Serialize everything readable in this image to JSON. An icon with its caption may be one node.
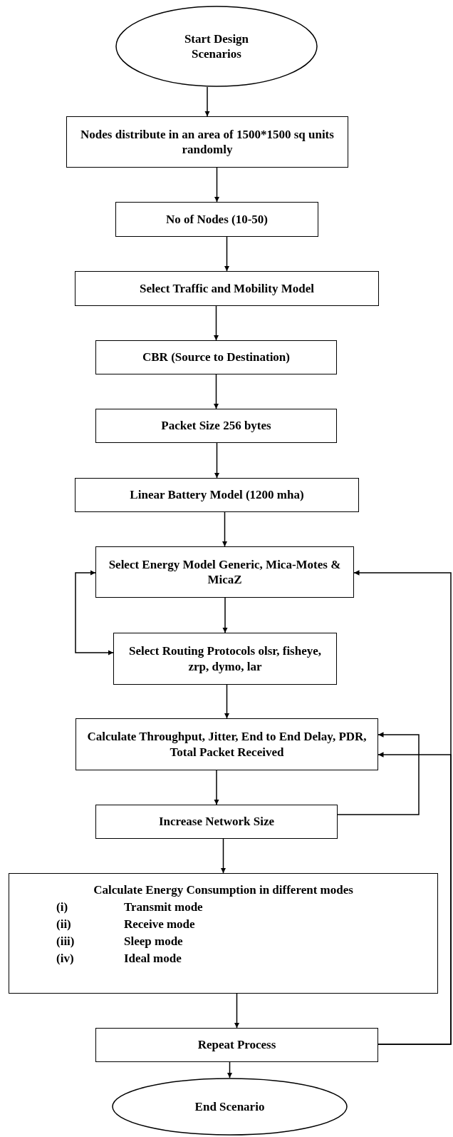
{
  "diagram": {
    "nodes": [
      {
        "text": [
          "Start Design Scenarios"
        ]
      },
      {
        "text": [
          "Nodes distribute in an area of 1500*1500 sq units randomly"
        ]
      },
      {
        "text": [
          "No of Nodes (10-50)"
        ]
      },
      {
        "text": [
          "Select Traffic and Mobility Model"
        ]
      },
      {
        "text": [
          "CBR (Source to Destination)"
        ]
      },
      {
        "text": [
          "Packet Size 256 bytes"
        ]
      },
      {
        "text": [
          "Linear Battery Model (1200 mha)"
        ]
      },
      {
        "text": [
          "Select Energy Model Generic, Mica-Motes & MicaZ"
        ]
      },
      {
        "text": [
          "Select Routing Protocols olsr, fisheye, zrp, dymo, lar"
        ]
      },
      {
        "text": [
          "Calculate Throughput, Jitter, End to End Delay, PDR, Total Packet Received"
        ]
      },
      {
        "text": [
          "Increase Network Size"
        ]
      },
      {
        "text": [
          "Calculate Energy Consumption in different modes",
          "(i)",
          "Transmit mode",
          "(ii)",
          "Receive mode",
          "(iii)",
          "Sleep mode",
          "(iv)",
          "Ideal mode"
        ]
      },
      {
        "text": [
          "Repeat Process"
        ]
      },
      {
        "text": [
          "End Scenario"
        ]
      }
    ],
    "edges": [
      {
        "from": 0,
        "to": 1,
        "arrow": "to"
      },
      {
        "from": 1,
        "to": 2,
        "arrow": "to"
      },
      {
        "from": 2,
        "to": 3,
        "arrow": "to"
      },
      {
        "from": 3,
        "to": 4,
        "arrow": "to"
      },
      {
        "from": 4,
        "to": 5,
        "arrow": "to"
      },
      {
        "from": 5,
        "to": 6,
        "arrow": "to"
      },
      {
        "from": 6,
        "to": 7,
        "arrow": "to"
      },
      {
        "from": 7,
        "to": 8,
        "arrow": "to"
      },
      {
        "from": 7,
        "to": 8,
        "arrow": "both"
      },
      {
        "from": 8,
        "to": 9,
        "arrow": "to"
      },
      {
        "from": 9,
        "to": 10,
        "arrow": "to"
      },
      {
        "from": 10,
        "to": 9,
        "arrow": "to"
      },
      {
        "from": 10,
        "to": 11,
        "arrow": "to"
      },
      {
        "from": 11,
        "to": 12,
        "arrow": "to"
      },
      {
        "from": 12,
        "to": 13,
        "arrow": "to"
      },
      {
        "from": 12,
        "to": 7,
        "arrow": "to"
      },
      {
        "from": 12,
        "to": 9,
        "arrow": "to"
      }
    ]
  }
}
